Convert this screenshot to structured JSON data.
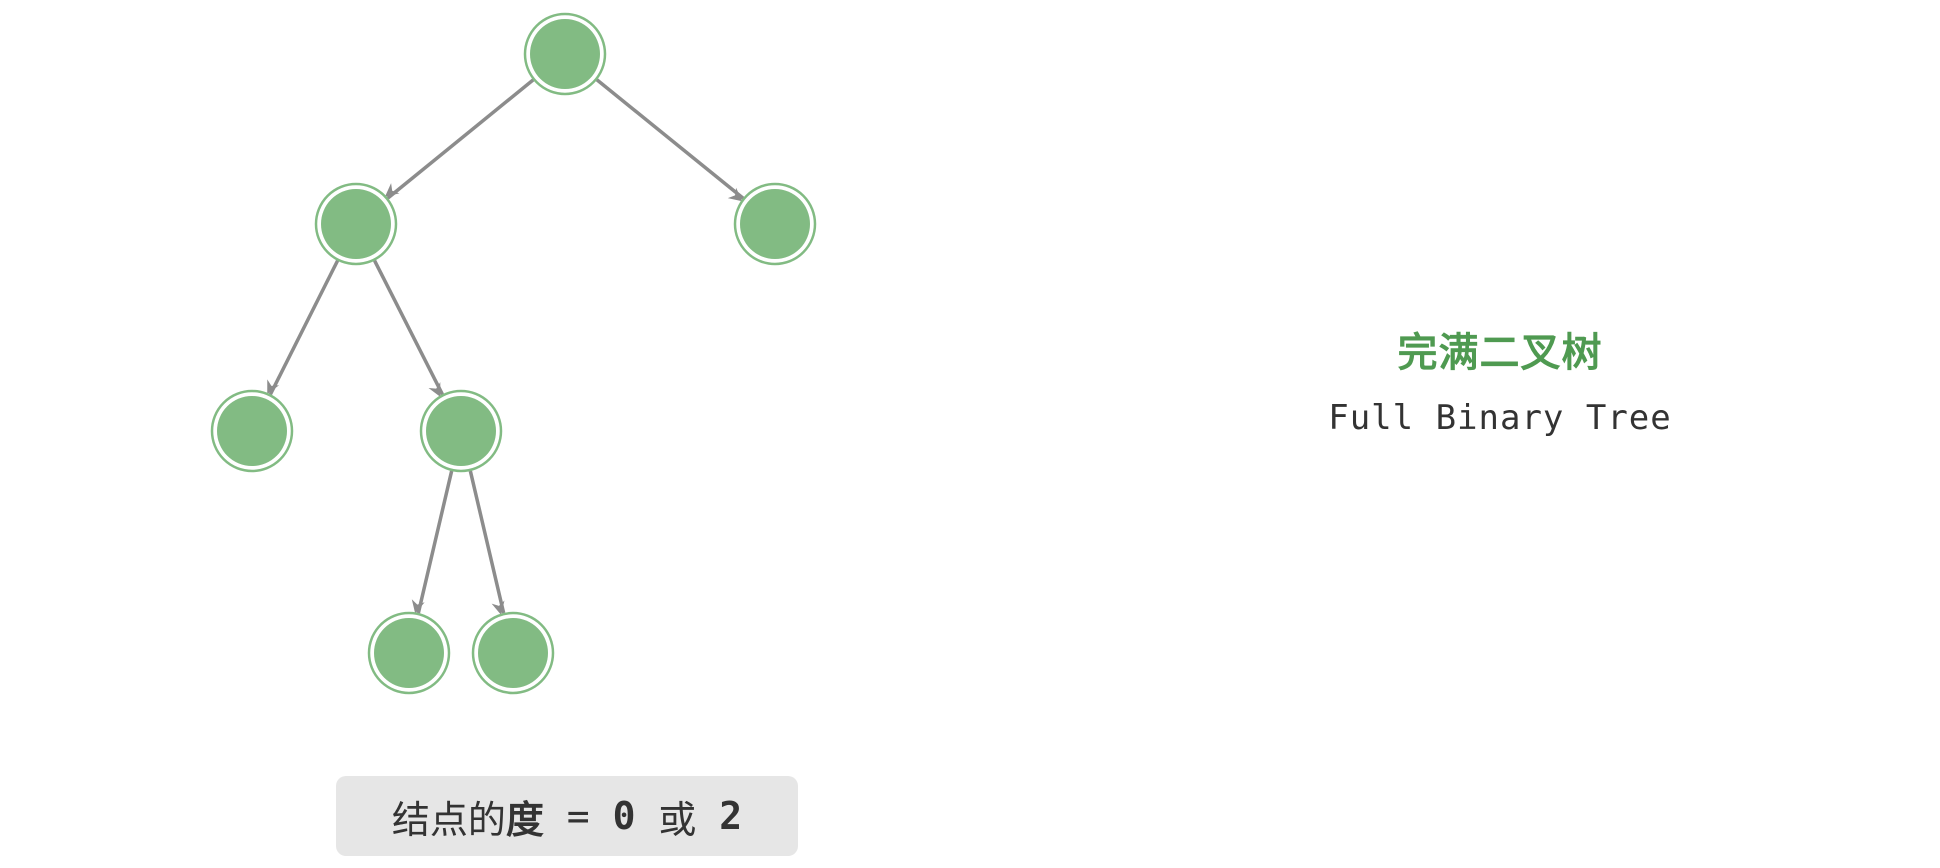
{
  "diagram": {
    "title": "完满二叉树",
    "subtitle": "Full Binary Tree",
    "caption": {
      "prefix": "结点的",
      "term": "度",
      "equals": " = ",
      "value_a": "0",
      "connector": " 或 ",
      "value_b": "2"
    },
    "tree": {
      "nodes": [
        "root",
        "left",
        "right",
        "left-left",
        "left-right",
        "left-right-left",
        "left-right-right"
      ],
      "edges": [
        [
          "root",
          "left"
        ],
        [
          "root",
          "right"
        ],
        [
          "left",
          "left-left"
        ],
        [
          "left",
          "left-right"
        ],
        [
          "left-right",
          "left-right-left"
        ],
        [
          "left-right",
          "left-right-right"
        ]
      ]
    },
    "colors": {
      "node": "#82bb83",
      "edge": "#8c8c8c",
      "title": "#4f9a51",
      "caption_bg": "#e6e6e6"
    }
  }
}
